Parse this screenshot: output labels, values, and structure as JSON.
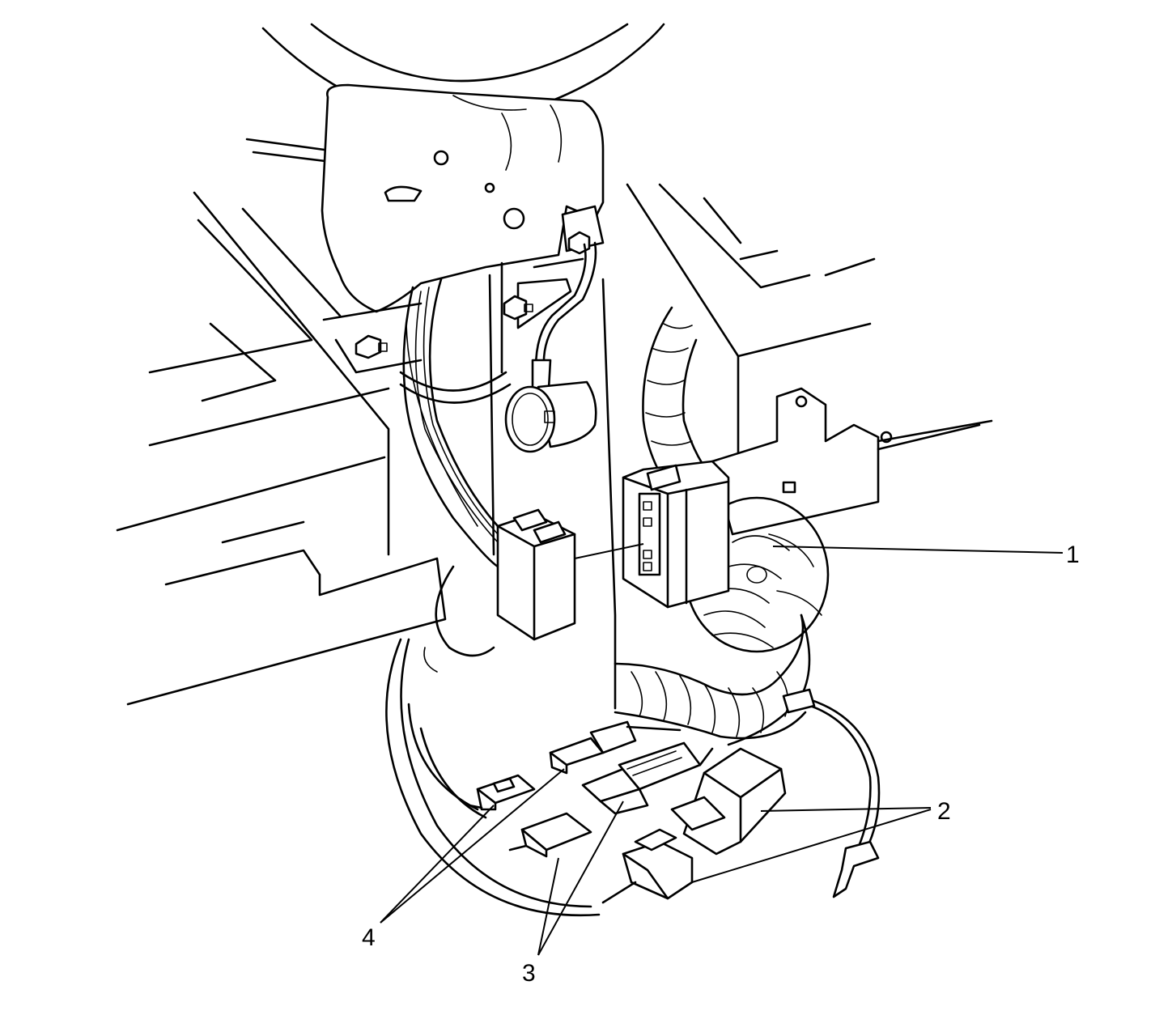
{
  "diagram": {
    "style": "black line art on white",
    "callouts": [
      {
        "id": "1",
        "label": "1"
      },
      {
        "id": "2",
        "label": "2"
      },
      {
        "id": "3",
        "label": "3"
      },
      {
        "id": "4",
        "label": "4"
      }
    ]
  }
}
